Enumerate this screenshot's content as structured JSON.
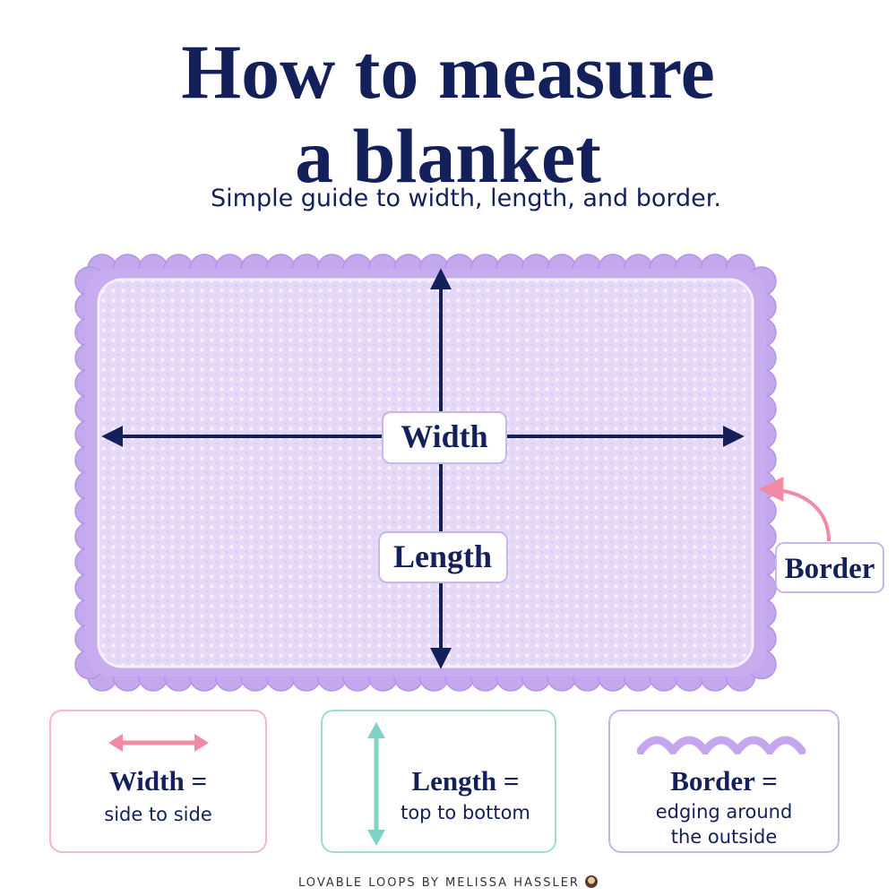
{
  "title": {
    "line1": "How to measure",
    "line2": "a blanket"
  },
  "subtitle": "Simple guide to width, length, and border.",
  "diagram": {
    "width_label": "Width",
    "length_label": "Length",
    "border_label": "Border"
  },
  "colors": {
    "navy": "#13205a",
    "blanket": "#e4d4f6",
    "border_scallop": "#c4a8ee",
    "pink": "#f28aa4",
    "teal": "#7fd3c6",
    "purple": "#c3a6ee"
  },
  "cards": [
    {
      "head": "Width =",
      "desc": [
        "side to side"
      ],
      "icon": "double-arrow-horizontal-icon"
    },
    {
      "head": "Length =",
      "desc": [
        "top to bottom"
      ],
      "icon": "double-arrow-vertical-icon"
    },
    {
      "head": "Border =",
      "desc": [
        "edging around",
        "the outside"
      ],
      "icon": "scallop-edge-icon"
    }
  ],
  "footer": "LOVABLE LOOPS BY MELISSA HASSLER"
}
